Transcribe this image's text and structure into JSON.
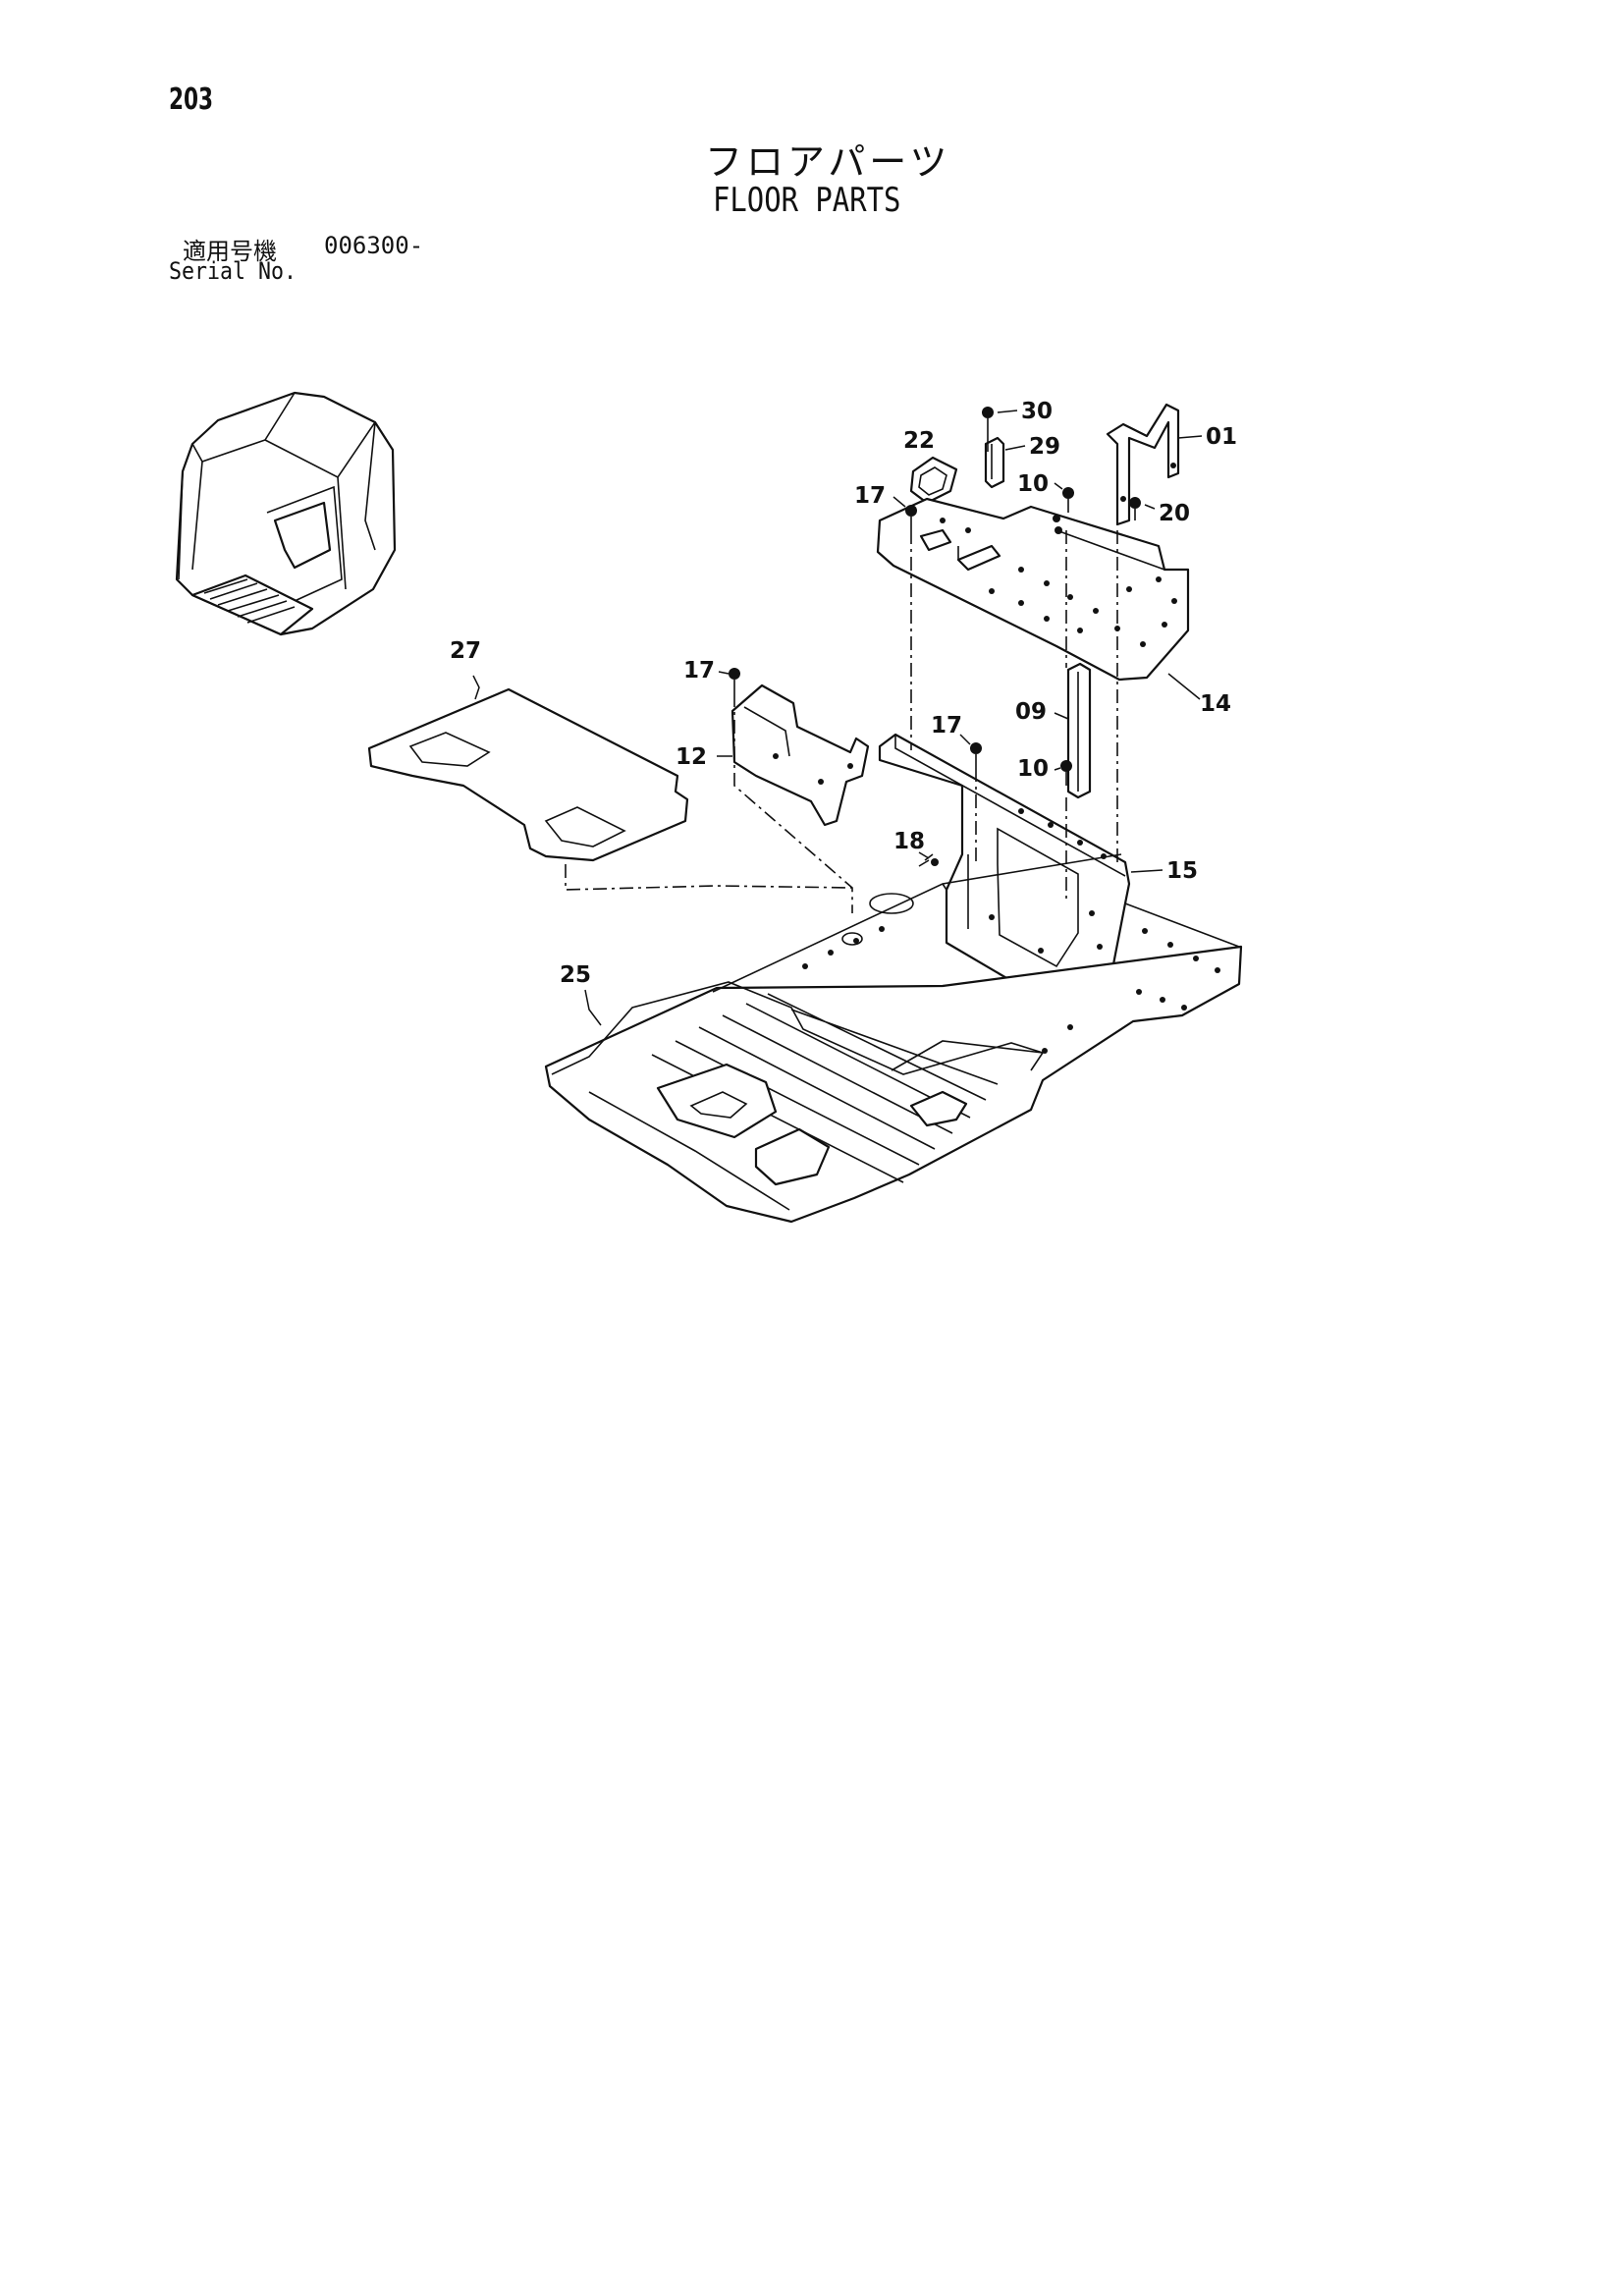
{
  "header": {
    "page_number": "203",
    "title_jp": "フロアパーツ",
    "title_en": "FLOOR PARTS",
    "serial_label_jp": "適用号機",
    "serial_value": "006300-",
    "serial_label_en": "Serial No."
  },
  "callouts": {
    "c30": "30",
    "c22": "22",
    "c29": "29",
    "c01": "01",
    "c17a": "17",
    "c10a": "10",
    "c20": "20",
    "c27": "27",
    "c17b": "17",
    "c14": "14",
    "c09": "09",
    "c17c": "17",
    "c12": "12",
    "c10b": "10",
    "c18": "18",
    "c15": "15",
    "c25": "25"
  }
}
